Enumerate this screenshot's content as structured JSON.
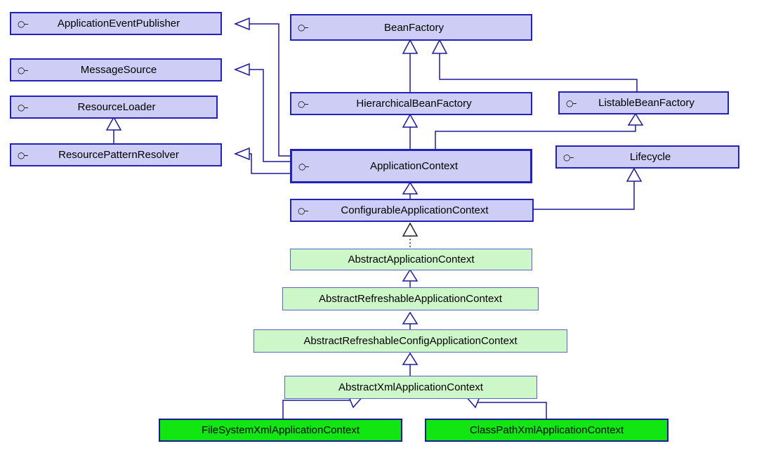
{
  "interface_icon": "interface-circle-icon",
  "interfaces": {
    "application_event_publisher": "ApplicationEventPublisher",
    "message_source": "MessageSource",
    "resource_loader": "ResourceLoader",
    "resource_pattern_resolver": "ResourcePatternResolver",
    "bean_factory": "BeanFactory",
    "hierarchical_bean_factory": "HierarchicalBeanFactory",
    "listable_bean_factory": "ListableBeanFactory",
    "application_context": "ApplicationContext",
    "lifecycle": "Lifecycle",
    "configurable_application_context": "ConfigurableApplicationContext"
  },
  "abstract_classes": {
    "abstract_application_context": "AbstractApplicationContext",
    "abstract_refreshable_application_context": "AbstractRefreshableApplicationContext",
    "abstract_refreshable_config_application_context": "AbstractRefreshableConfigApplicationContext",
    "abstract_xml_application_context": "AbstractXmlApplicationContext"
  },
  "concrete_classes": {
    "file_system_xml_application_context": "FileSystemXmlApplicationContext",
    "class_path_xml_application_context": "ClassPathXmlApplicationContext"
  },
  "colors": {
    "interface_fill": "#cdcdf6",
    "abstract_fill": "#cdf7c8",
    "concrete_fill": "#12e612",
    "border": "#2222bb"
  }
}
